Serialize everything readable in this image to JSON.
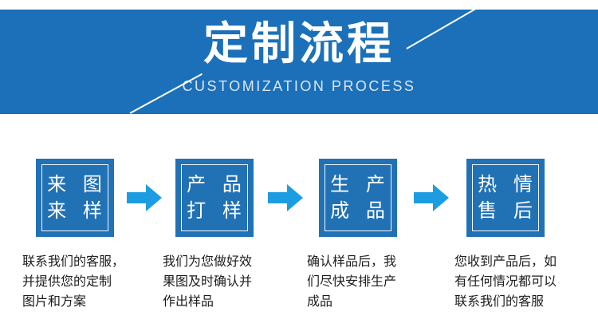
{
  "banner": {
    "title": "定制流程",
    "subtitle": "CUSTOMIZATION PROCESS"
  },
  "steps": [
    {
      "box_line1": "来 图",
      "box_line2": "来 样",
      "desc_lines": [
        "联系我们的客服，",
        "并提供您的定制",
        "图片和方案"
      ]
    },
    {
      "box_line1": "产 品",
      "box_line2": "打 样",
      "desc_lines": [
        "我们为您做好效",
        "果图及时确认并",
        "作出样品"
      ]
    },
    {
      "box_line1": "生 产",
      "box_line2": "成 品",
      "desc_lines": [
        "确认样品后，我",
        "们尽快安排生产",
        "成品"
      ]
    },
    {
      "box_line1": "热 情",
      "box_line2": "售 后",
      "desc_lines": [
        "您收到产品后，如",
        "有任何情况都可以",
        "联系我们的客服"
      ]
    }
  ],
  "colors": {
    "banner_blue": "#1b70b9",
    "box_blue": "#2171b5",
    "arrow_blue": "#1c9de2",
    "inner_border_white": "#f4f8fc",
    "subtitle_white": "#dce6f2",
    "text_dark": "#1d1d1d"
  }
}
